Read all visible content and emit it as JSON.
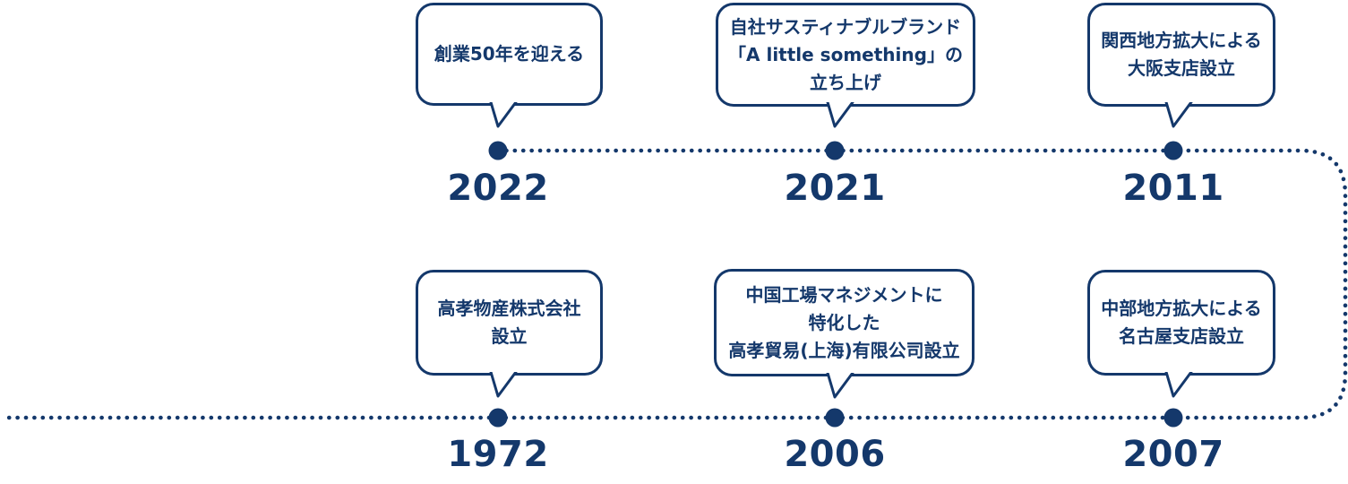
{
  "colors": {
    "navy": "#14386B",
    "bubble_fill": "#FFFFFF",
    "background": "#FFFFFF"
  },
  "timeline": {
    "description": "company-history-snake-timeline",
    "events": [
      {
        "year": "2022",
        "row": "top",
        "lines": [
          "創業50年を迎える"
        ]
      },
      {
        "year": "2021",
        "row": "top",
        "lines": [
          "自社サスティナブルブランド",
          "「A little something」の",
          "立ち上げ"
        ]
      },
      {
        "year": "2011",
        "row": "top",
        "lines": [
          "関西地方拡大による",
          "大阪支店設立"
        ]
      },
      {
        "year": "1972",
        "row": "bottom",
        "lines": [
          "高孝物産株式会社",
          "設立"
        ]
      },
      {
        "year": "2006",
        "row": "bottom",
        "lines": [
          "中国工場マネジメントに",
          "特化した",
          "高孝貿易(上海)有限公司設立"
        ]
      },
      {
        "year": "2007",
        "row": "bottom",
        "lines": [
          "中部地方拡大による",
          "名古屋支店設立"
        ]
      }
    ]
  }
}
